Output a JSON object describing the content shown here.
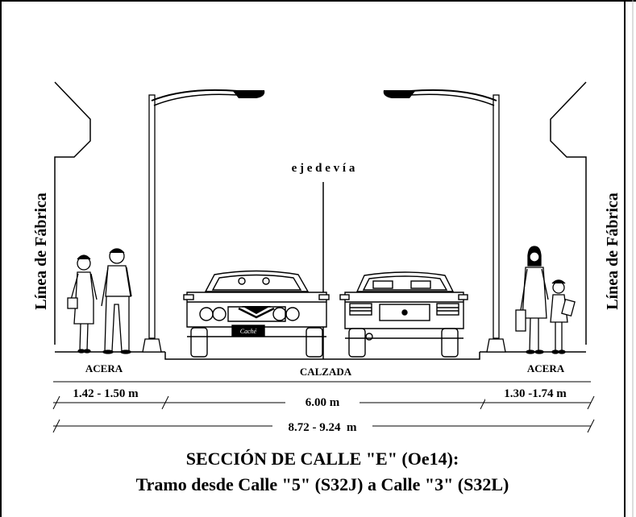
{
  "labels": {
    "axis": "e j e   d e   v í a",
    "building_line_left": "Línea de Fábrica",
    "building_line_right": "Línea de Fábrica",
    "sidewalk_left": "ACERA",
    "roadway": "CALZADA",
    "sidewalk_right": "ACERA"
  },
  "dimensions": {
    "sidewalk_left_width": "1.42 - 1.50 m",
    "roadway_width": "6.00 m",
    "sidewalk_right_width": "1.30 -1.74 m",
    "total_width": "8.72 - 9.24  m"
  },
  "plate_text": "Caché",
  "title": {
    "line1": "SECCIÓN DE CALLE \"E\" (Oe14):",
    "line2": "Tramo desde Calle \"5\" (S32J) a Calle \"3\" (S32L)"
  },
  "colors": {
    "ink": "#000000",
    "paper": "#ffffff"
  }
}
